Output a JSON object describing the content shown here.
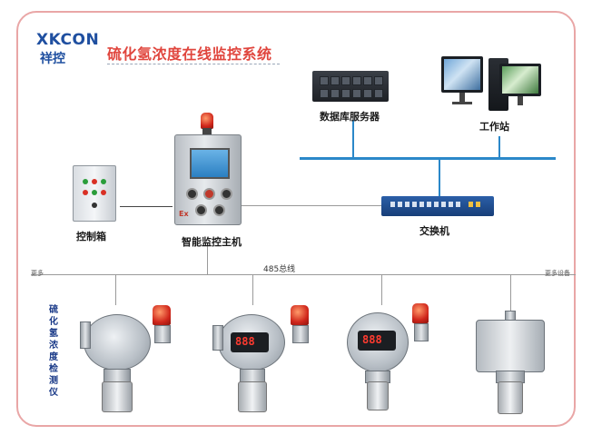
{
  "brand": {
    "logo": "XKCON",
    "name_cn": "祥控"
  },
  "title": "硫化氢浓度在线监控系统",
  "nodes": {
    "server": "数据库服务器",
    "workstation": "工作站",
    "switch": "交换机",
    "control_box": "控制箱",
    "main_host": "智能监控主机",
    "ex_mark": "Ex"
  },
  "bus": {
    "label": "485总线",
    "left_more": "更多",
    "right_more": "更多设备"
  },
  "detectors_label": "硫化氢浓度检测仪",
  "display_value": "888",
  "colors": {
    "title": "#e0453d",
    "brand": "#1f4fa0",
    "network": "#2b88c9",
    "frame": "#e9a6a6"
  },
  "icons": [
    "server-icon",
    "workstation-icon",
    "network-switch-icon",
    "control-box-icon",
    "monitor-host-icon",
    "gas-detector-icon",
    "alarm-beacon-icon"
  ]
}
